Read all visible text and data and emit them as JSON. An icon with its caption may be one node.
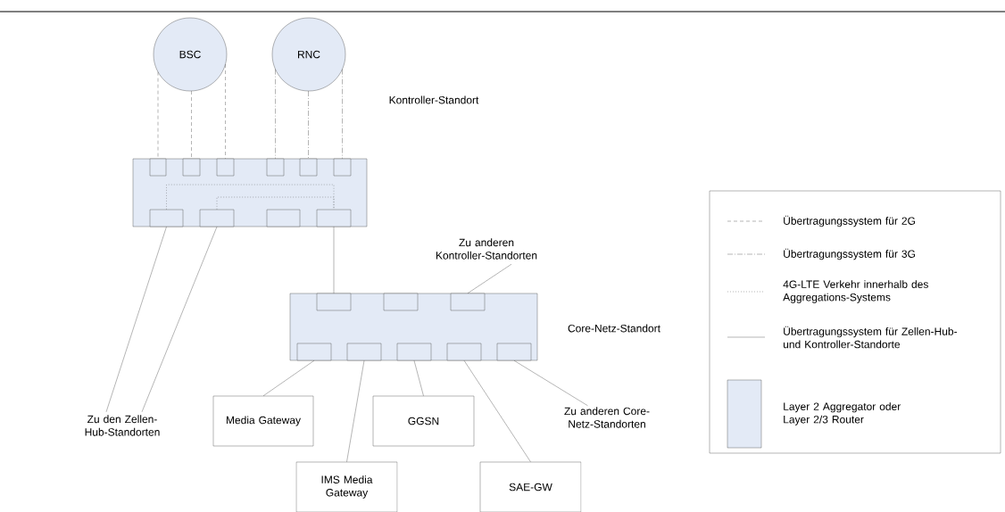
{
  "diagram": {
    "nodes": [
      {
        "text": [
          "BSC"
        ]
      },
      {
        "text": [
          "RNC"
        ]
      },
      {
        "text": [],
        "shape": "box"
      },
      {
        "text": [],
        "shape": "box",
        "in": 2
      },
      {
        "text": [],
        "shape": "box",
        "in": 2
      },
      {
        "text": [],
        "shape": "box",
        "in": 2
      },
      {
        "text": [],
        "shape": "box",
        "in": 2
      },
      {
        "text": [],
        "shape": "box",
        "in": 2
      },
      {
        "text": [],
        "shape": "box",
        "in": 2
      },
      {
        "text": [],
        "shape": "box",
        "in": 2
      },
      {
        "text": [],
        "shape": "box",
        "in": 2
      },
      {
        "text": [],
        "shape": "box",
        "in": 2
      },
      {
        "text": [],
        "shape": "box",
        "in": 2
      },
      {
        "text": [],
        "shape": "box",
        "beside": [
          "Core-Netz-Standort"
        ]
      },
      {
        "text": [],
        "shape": "box",
        "in": 13
      },
      {
        "text": [],
        "shape": "box",
        "in": 13
      },
      {
        "text": [],
        "shape": "box",
        "in": 13
      },
      {
        "text": [],
        "shape": "box",
        "in": 13
      },
      {
        "text": [],
        "shape": "box",
        "in": 13
      },
      {
        "text": [],
        "shape": "box",
        "in": 13
      },
      {
        "text": [],
        "shape": "box",
        "in": 13
      },
      {
        "text": [],
        "shape": "box",
        "in": 13
      },
      {
        "text": [
          "Media Gateway"
        ]
      },
      {
        "text": [
          "IMS Media Gateway"
        ]
      },
      {
        "text": [
          "GGSN"
        ]
      },
      {
        "text": [
          "SAE-GW"
        ]
      },
      {
        "text": [
          "Zu den Zellen-Hub-Standorten"
        ]
      },
      {
        "text": [
          "Zu anderen Kontroller-Standorten"
        ]
      },
      {
        "text": [
          "Zu anderen Core-Netz-Standorten"
        ]
      }
    ],
    "edges": [
      {
        "from": 0,
        "to": 3,
        "arrow": "none",
        "style": "dashed"
      },
      {
        "from": 0,
        "to": 4,
        "arrow": "none",
        "style": "dashed"
      },
      {
        "from": 0,
        "to": 5,
        "arrow": "none",
        "style": "dashed"
      },
      {
        "from": 1,
        "to": 6,
        "arrow": "none",
        "style": "dashed"
      },
      {
        "from": 1,
        "to": 7,
        "arrow": "none",
        "style": "dashed"
      },
      {
        "from": 1,
        "to": 8,
        "arrow": "none",
        "style": "dashed"
      },
      {
        "from": 9,
        "to": 12,
        "arrow": "none",
        "style": "dashed"
      },
      {
        "from": 10,
        "to": 12,
        "arrow": "none",
        "style": "dashed"
      },
      {
        "from": 9,
        "to": 26,
        "arrow": "none"
      },
      {
        "from": 10,
        "to": 26,
        "arrow": "none"
      },
      {
        "from": 12,
        "to": 14,
        "arrow": "none"
      },
      {
        "from": 16,
        "to": 27,
        "arrow": "none"
      },
      {
        "from": 17,
        "to": 22,
        "arrow": "none"
      },
      {
        "from": 18,
        "to": 23,
        "arrow": "none"
      },
      {
        "from": 19,
        "to": 24,
        "arrow": "none"
      },
      {
        "from": 20,
        "to": 25,
        "arrow": "none"
      },
      {
        "from": 21,
        "to": 28,
        "arrow": "none"
      }
    ],
    "labels": [
      "Kontroller-Standort"
    ],
    "legend": [
      {
        "text": "Übertragungssystem für 2G"
      },
      {
        "text": "Übertragungssystem für 3G"
      },
      {
        "text": "4G-LTE Verkehr innerhalb des Aggregations-Systems"
      },
      {
        "text": "Übertragungssystem für Zellen-Hub- und Kontroller-Standorte"
      },
      {
        "text": "Layer 2 Aggregator oder Layer 2/3 Router",
        "color": "#e3eaf6"
      }
    ]
  }
}
